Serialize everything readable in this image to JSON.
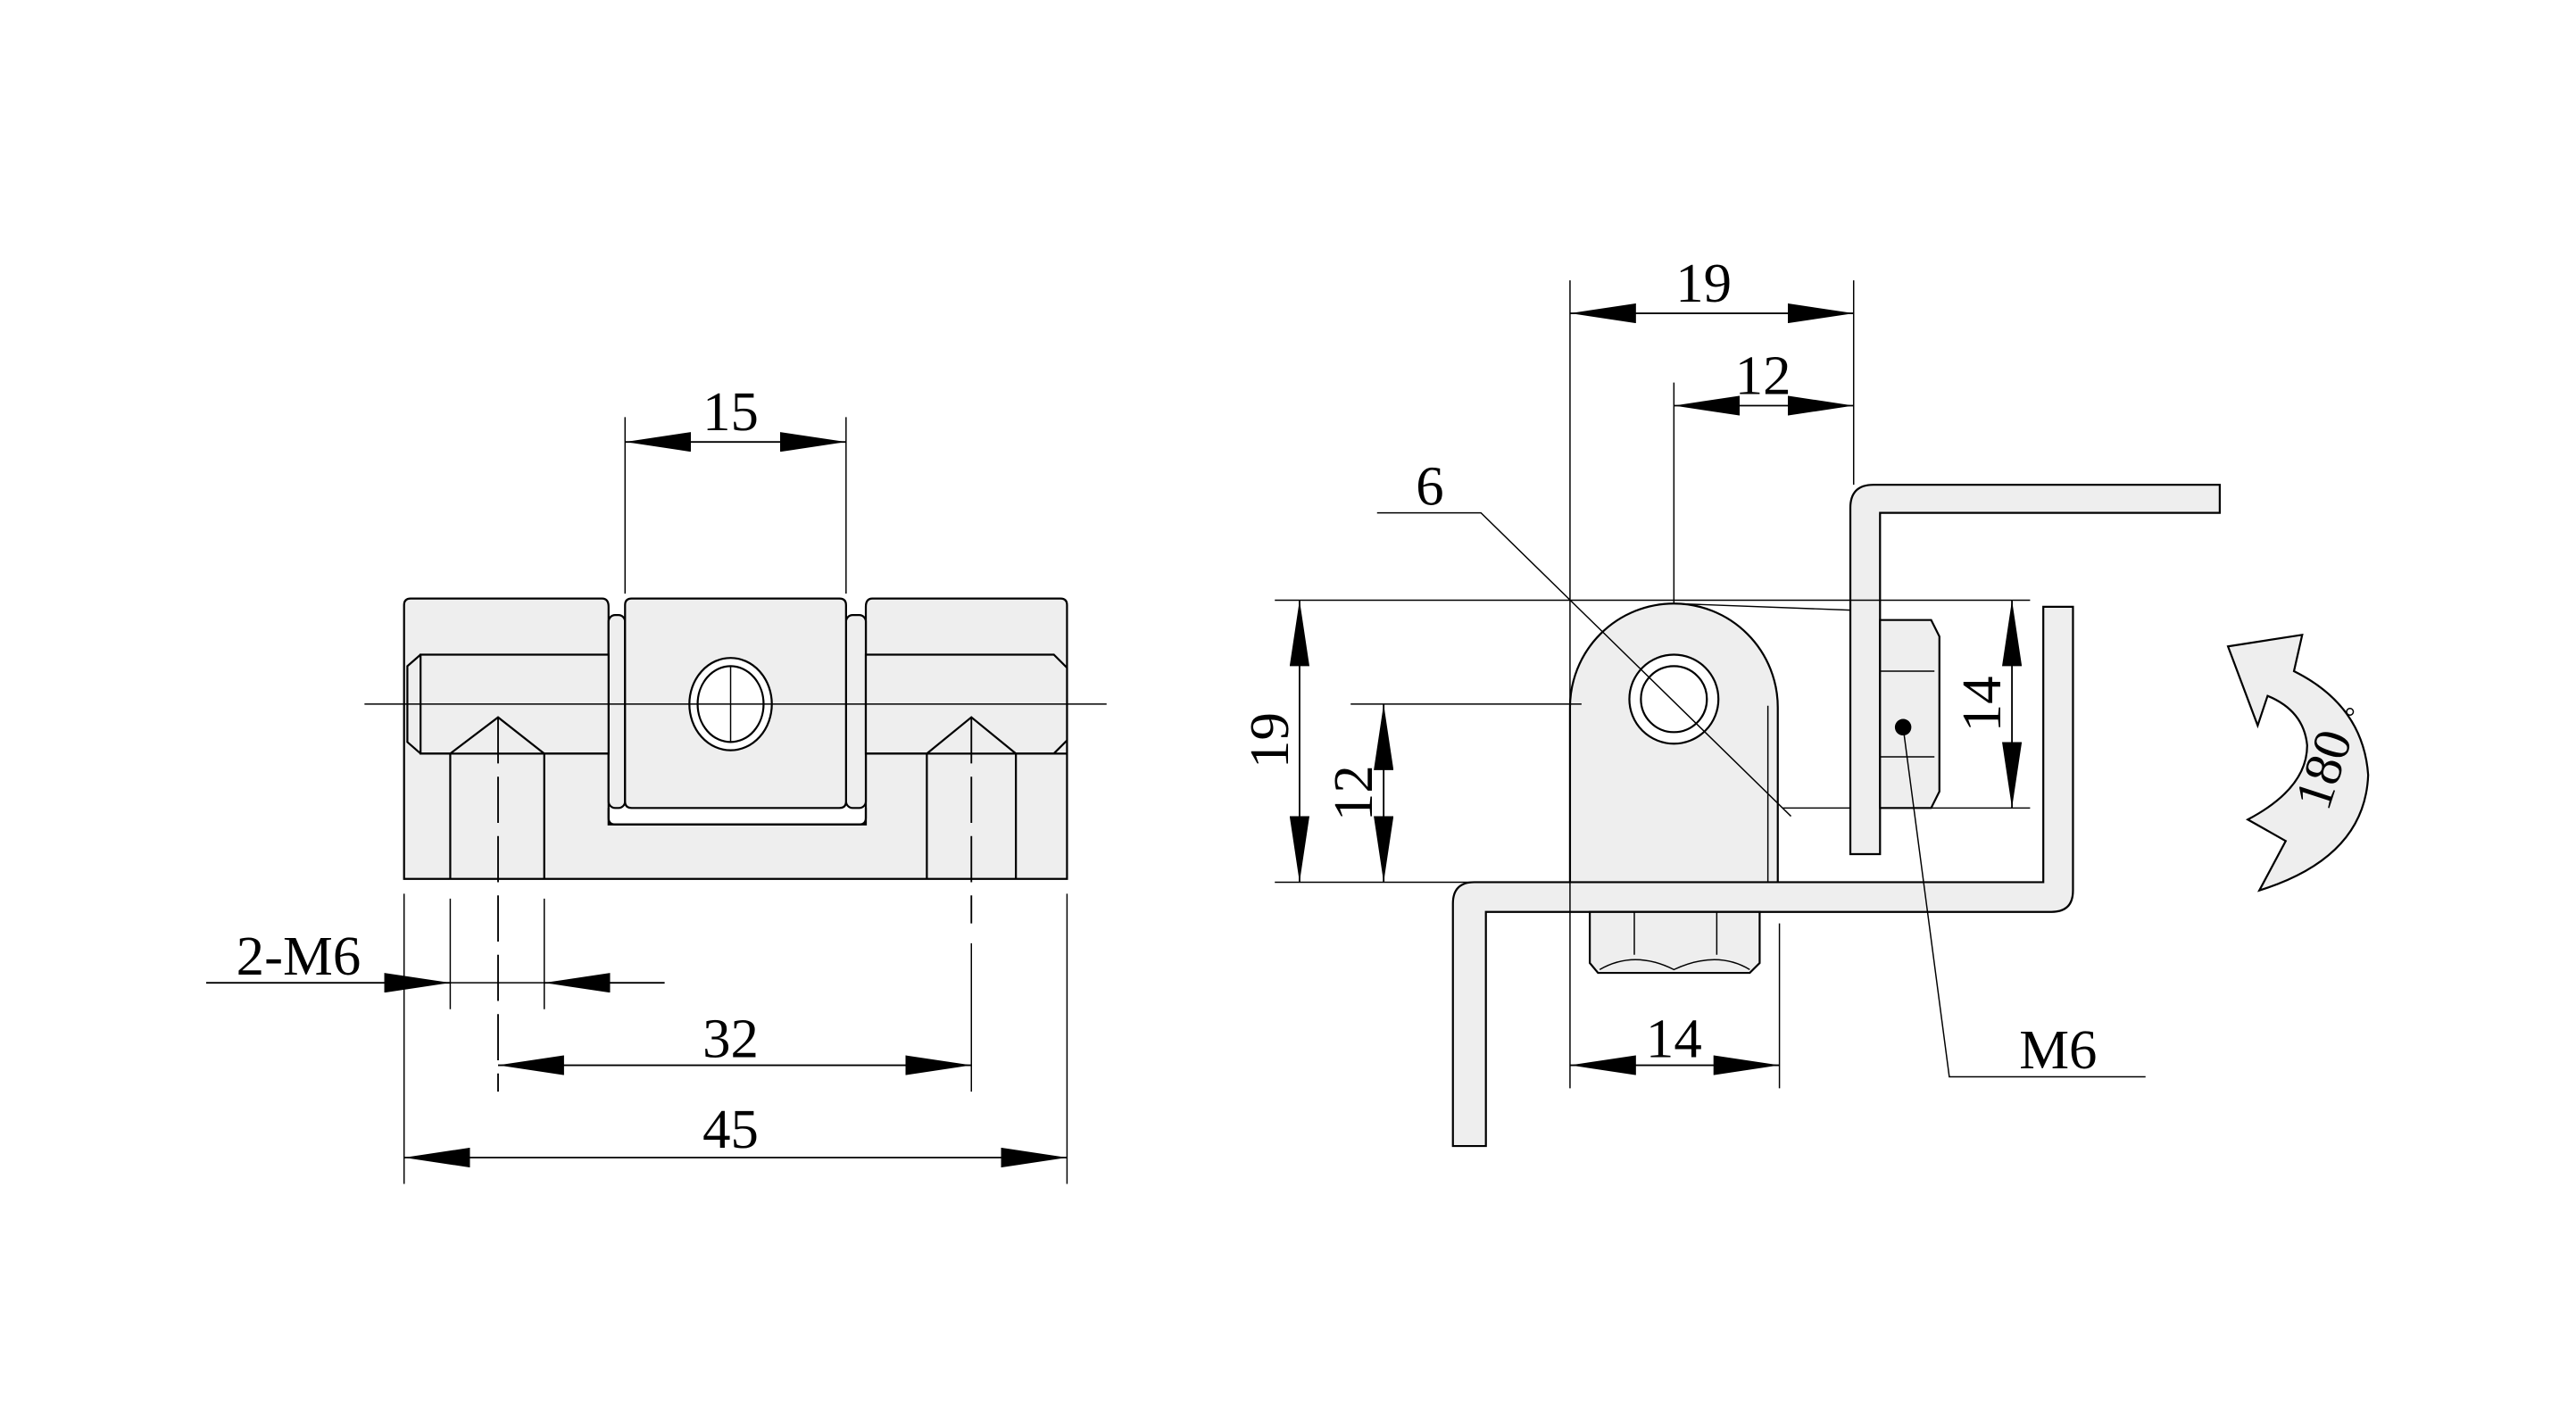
{
  "front_view": {
    "dim_width_center": "15",
    "dim_thread": "2-M6",
    "dim_hole_pitch": "32",
    "dim_total_length": "45"
  },
  "side_view": {
    "dim_top_total": "19",
    "dim_top_offset": "12",
    "dim_hole_dia": "6",
    "dim_height_total": "19",
    "dim_height_axis": "12",
    "dim_nut_height": "14",
    "dim_nut_width": "14",
    "dim_screw": "M6"
  },
  "rotation": {
    "angle_label": "180",
    "degree_symbol": "°"
  }
}
